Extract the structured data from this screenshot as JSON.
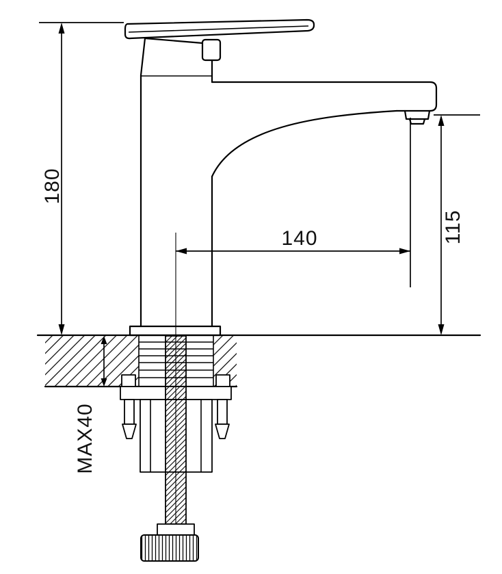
{
  "drawing": {
    "background": "#ffffff",
    "line_color": "#000000",
    "label_color": "#111111"
  },
  "dimensions": {
    "overall_height": "180",
    "spout_reach": "140",
    "outlet_height": "115",
    "max_mounting_thickness": "MAX40"
  }
}
